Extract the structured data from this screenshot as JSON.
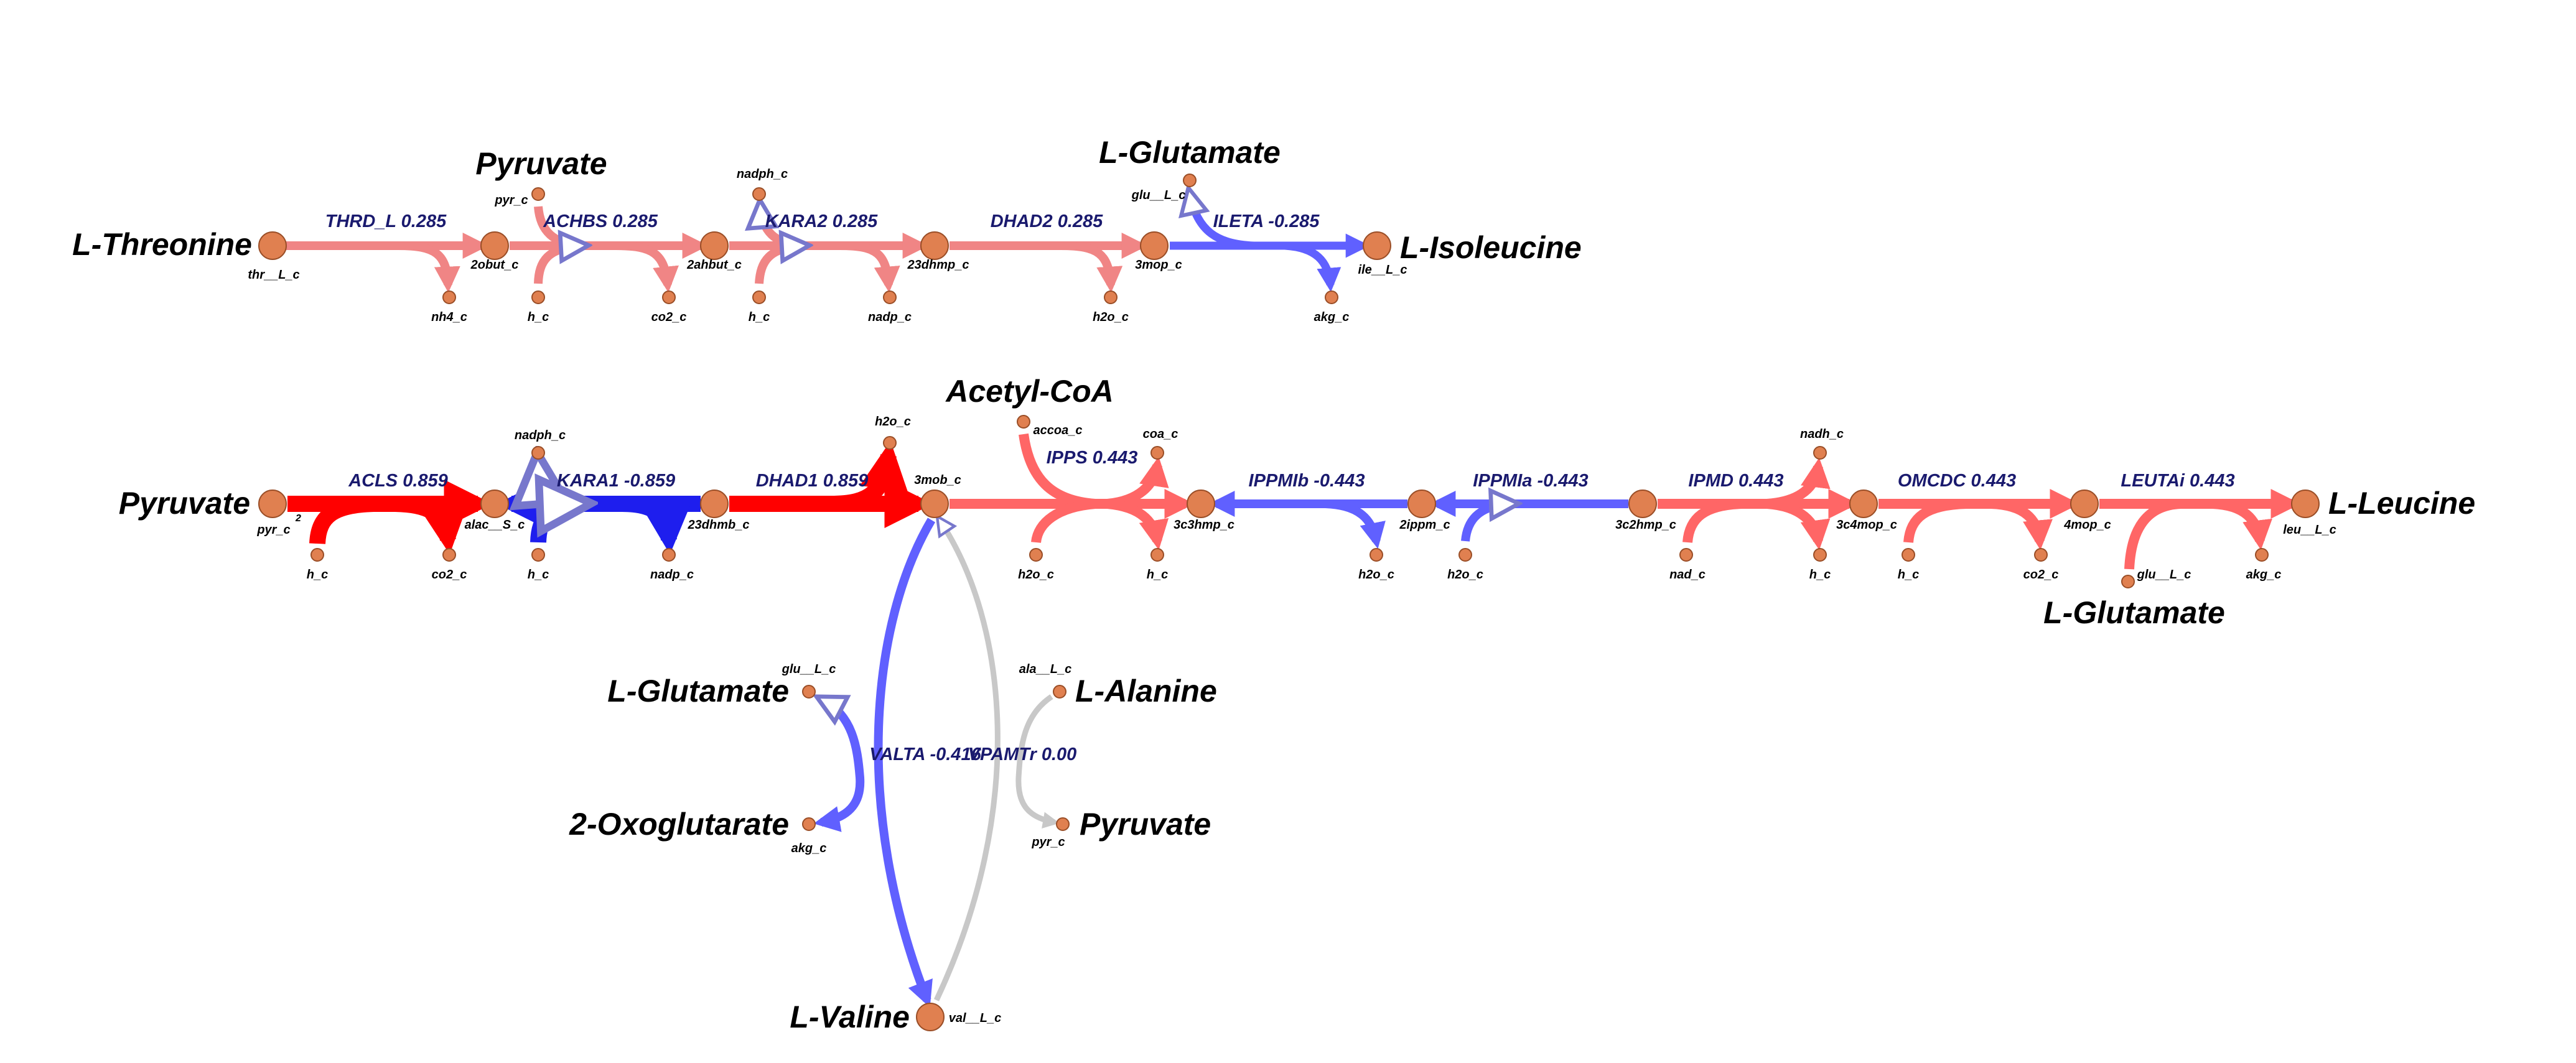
{
  "colors": {
    "strong_red": "#FF0000",
    "red": "#FF6666",
    "light_red": "#F08585",
    "strong_blue": "#1E1EEE",
    "blue": "#6060FF",
    "gray": "#C8C8C8",
    "label_blue": "#1A1A6E",
    "node_fill": "#E08050"
  },
  "metabolites": {
    "thr": {
      "name": "L-Threonine",
      "id": "thr__L_c"
    },
    "obut": {
      "id": "2obut_c"
    },
    "ahbut": {
      "id": "2ahbut_c"
    },
    "dhmp23": {
      "id": "23dhmp_c"
    },
    "mop3": {
      "id": "3mop_c"
    },
    "ile": {
      "name": "L-Isoleucine",
      "id": "ile__L_c"
    },
    "pyr_top": {
      "name": "Pyruvate",
      "id": "pyr_c"
    },
    "glu_top": {
      "name": "L-Glutamate",
      "id": "glu__L_c"
    },
    "nh4": {
      "id": "nh4_c"
    },
    "h_t1": {
      "id": "h_c"
    },
    "co2_t": {
      "id": "co2_c"
    },
    "nadph_t": {
      "id": "nadph_c"
    },
    "h_t2": {
      "id": "h_c"
    },
    "nadp_t": {
      "id": "nadp_c"
    },
    "h2o_t": {
      "id": "h2o_c"
    },
    "akg_t": {
      "id": "akg_c"
    },
    "pyr_left": {
      "name": "Pyruvate",
      "id": "pyr_c"
    },
    "alac": {
      "id": "alac__S_c"
    },
    "dhmb23": {
      "id": "23dhmb_c"
    },
    "mob3": {
      "id": "3mob_c"
    },
    "hmp3c3": {
      "id": "3c3hmp_c"
    },
    "ippm2": {
      "id": "2ippm_c"
    },
    "hmp3c2": {
      "id": "3c2hmp_c"
    },
    "mop3c4": {
      "id": "3c4mop_c"
    },
    "mop4": {
      "id": "4mop_c"
    },
    "leu": {
      "name": "L-Leucine",
      "id": "leu__L_c"
    },
    "h_m1": {
      "id": "h_c"
    },
    "co2_m1": {
      "id": "co2_c"
    },
    "nadph_m": {
      "id": "nadph_c"
    },
    "h_m2": {
      "id": "h_c"
    },
    "nadp_m": {
      "id": "nadp_c"
    },
    "h2o_m1": {
      "id": "h2o_c"
    },
    "accoa": {
      "name": "Acetyl-CoA",
      "id": "accoa_c"
    },
    "coa": {
      "id": "coa_c"
    },
    "h2o_m2": {
      "id": "h2o_c"
    },
    "h_m3": {
      "id": "h_c"
    },
    "h2o_m3": {
      "id": "h2o_c"
    },
    "h2o_m4": {
      "id": "h2o_c"
    },
    "nadh": {
      "id": "nadh_c"
    },
    "nad": {
      "id": "nad_c"
    },
    "h_m4": {
      "id": "h_c"
    },
    "h_m5": {
      "id": "h_c"
    },
    "co2_m2": {
      "id": "co2_c"
    },
    "glu_right": {
      "name": "L-Glutamate",
      "id": "glu__L_c"
    },
    "akg_m": {
      "id": "akg_c"
    },
    "glu_val": {
      "name": "L-Glutamate",
      "id": "glu__L_c"
    },
    "akg_val": {
      "name": "2-Oxoglutarate",
      "id": "akg_c"
    },
    "ala": {
      "name": "L-Alanine",
      "id": "ala__L_c"
    },
    "pyr_val": {
      "name": "Pyruvate",
      "id": "pyr_c"
    },
    "val": {
      "name": "L-Valine",
      "id": "val__L_c"
    }
  },
  "reactions": [
    {
      "id": "THRD_L",
      "flux": "0.285",
      "color": "light_red"
    },
    {
      "id": "ACHBS",
      "flux": "0.285",
      "color": "light_red"
    },
    {
      "id": "KARA2",
      "flux": "0.285",
      "color": "light_red"
    },
    {
      "id": "DHAD2",
      "flux": "0.285",
      "color": "light_red"
    },
    {
      "id": "ILETA",
      "flux": "-0.285",
      "color": "blue"
    },
    {
      "id": "ACLS",
      "flux": "0.859",
      "color": "strong_red"
    },
    {
      "id": "KARA1",
      "flux": "-0.859",
      "color": "strong_blue"
    },
    {
      "id": "DHAD1",
      "flux": "0.859",
      "color": "strong_red"
    },
    {
      "id": "IPPS",
      "flux": "0.443",
      "color": "red"
    },
    {
      "id": "IPPMIb",
      "flux": "-0.443",
      "color": "blue"
    },
    {
      "id": "IPPMIa",
      "flux": "-0.443",
      "color": "blue"
    },
    {
      "id": "IPMD",
      "flux": "0.443",
      "color": "red"
    },
    {
      "id": "OMCDC",
      "flux": "0.443",
      "color": "red"
    },
    {
      "id": "LEUTAi",
      "flux": "0.443",
      "color": "red"
    },
    {
      "id": "VALTA",
      "flux": "-0.416",
      "color": "blue"
    },
    {
      "id": "VPAMTr",
      "flux": "0.00",
      "color": "gray"
    }
  ],
  "misc": {
    "stoich_two": "2"
  }
}
